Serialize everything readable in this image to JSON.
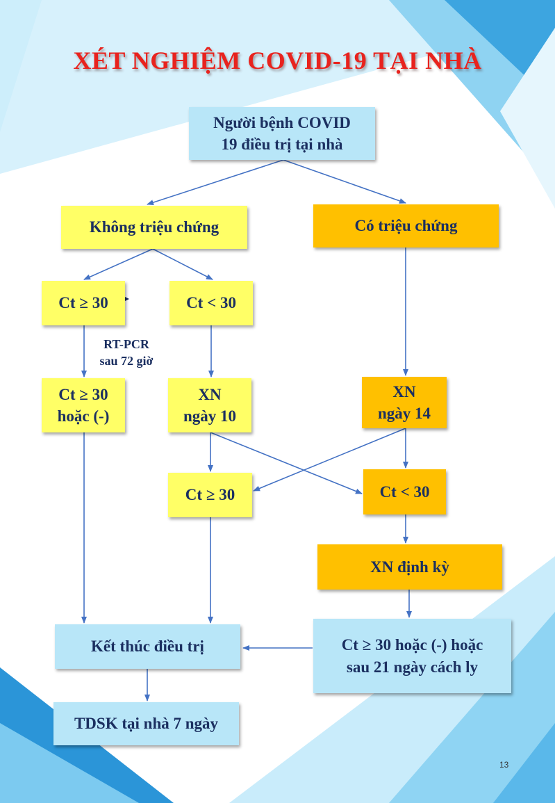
{
  "title": "XÉT NGHIỆM COVID-19 TẠI NHÀ",
  "nodes": {
    "root": "Người bệnh COVID\n19 điều trị tại nhà",
    "asymptomatic": "Không triệu chứng",
    "symptomatic": "Có triệu chứng",
    "ct_ge_30_a": "Ct ≥ 30",
    "ct_lt_30_a": "Ct < 30",
    "rtpcr_note": "RT-PCR\nsau 72 giờ",
    "ct_ge_30_or_neg": "Ct ≥ 30\nhoặc (-)",
    "xn_day_10": "XN\nngày 10",
    "xn_day_14": "XN\nngày 14",
    "ct_ge_30_b": "Ct ≥ 30",
    "ct_lt_30_b": "Ct < 30",
    "xn_periodic": "XN định kỳ",
    "end_treatment": "Kết thúc điều trị",
    "final_condition": "Ct ≥ 30 hoặc (-) hoặc\nsau 21 ngày cách ly",
    "home_monitoring": "TDSK tại nhà 7 ngày"
  },
  "page_number": "13",
  "colors": {
    "title": "#e8231e",
    "text": "#1b2f60",
    "yellow_box": "#ffff66",
    "orange_box": "#ffc000",
    "blue_box": "#b8e6f8",
    "arrow": "#4472c4",
    "bg_light_blue": "#cdeefb",
    "bg_mid_blue": "#6ec6ee",
    "bg_dark_blue": "#1f8fd6"
  }
}
